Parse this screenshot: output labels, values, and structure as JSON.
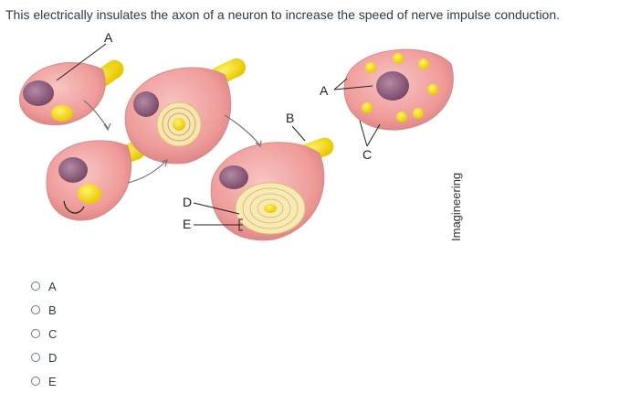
{
  "question": {
    "text": "This electrically insulates the axon of a neuron to increase the speed of nerve impulse conduction."
  },
  "figure": {
    "labels": {
      "a_top": "A",
      "a_right": "A",
      "b": "B",
      "c": "C",
      "d": "D",
      "e": "E"
    },
    "watermark": "Imagineering"
  },
  "options": [
    {
      "letter": "A",
      "selected": false
    },
    {
      "letter": "B",
      "selected": false
    },
    {
      "letter": "C",
      "selected": false
    },
    {
      "letter": "D",
      "selected": false
    },
    {
      "letter": "E",
      "selected": false
    }
  ],
  "colors": {
    "cell_pink": "#f2a6a6",
    "axon_yellow": "#f6e21a",
    "nucleus": "#8a5a7a",
    "text": "#2d3b45"
  }
}
